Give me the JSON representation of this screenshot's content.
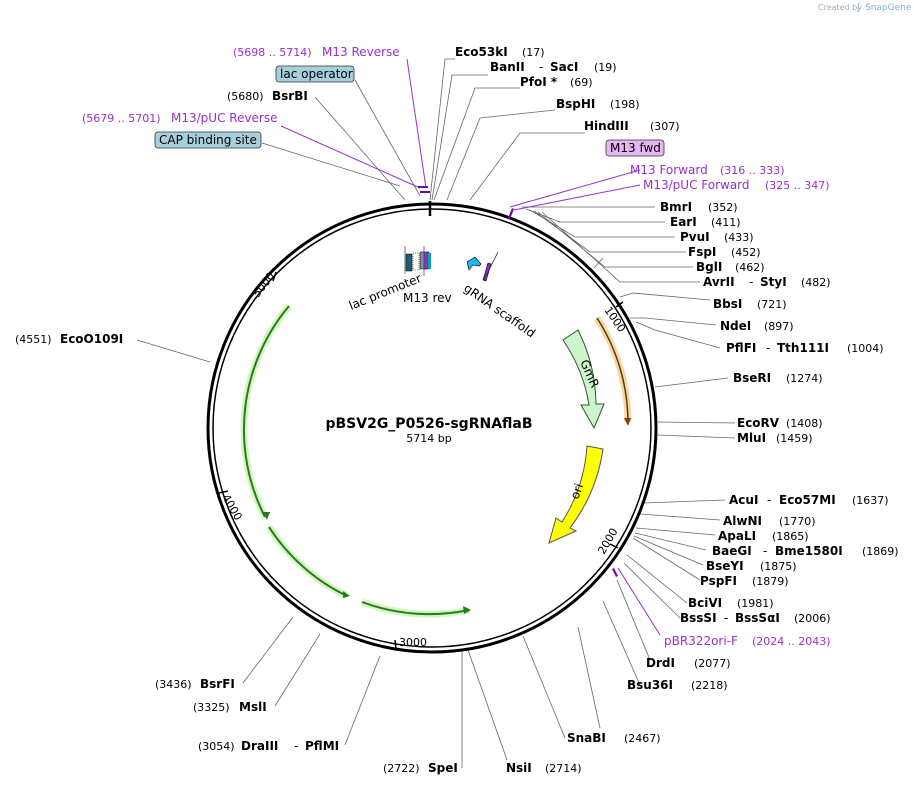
{
  "credit": {
    "text": "Created by",
    "brand": "SnapGene"
  },
  "plasmid": {
    "name": "pBSV2G_P0526-sgRNAflaB",
    "length": "5714 bp"
  },
  "colors": {
    "purple": "#9a2fd1",
    "box_blue": "#a6d0dc",
    "box_pink": "#e6b6f2",
    "gmr": "#ccf5cc",
    "ori": "#ffff00",
    "green_arrow": "#2a7a1e"
  },
  "ticks": [
    {
      "label": "5000",
      "angle": -45
    },
    {
      "label": "1000",
      "angle": 64
    },
    {
      "label": "2000",
      "angle": 127
    },
    {
      "label": "3000",
      "angle": 188
    },
    {
      "label": "4000",
      "angle": 252
    }
  ],
  "features": {
    "lac_promoter": "lac promoter",
    "m13_rev": "M13 rev",
    "grna_scaffold": "gRNA scaffold",
    "gmr": "GmR",
    "ori": "ori"
  },
  "boxed": [
    {
      "id": "lac-operator",
      "text": "lac operator",
      "style": "blue"
    },
    {
      "id": "cap-binding-site",
      "text": "CAP binding site",
      "style": "blue"
    },
    {
      "id": "m13-fwd",
      "text": "M13 fwd",
      "style": "pink"
    }
  ],
  "primers": [
    {
      "id": "m13-reverse",
      "name": "M13 Reverse",
      "range": "(5698 .. 5714)"
    },
    {
      "id": "m13-puc-reverse",
      "name": "M13/pUC Reverse",
      "range": "(5679 .. 5701)"
    },
    {
      "id": "m13-forward",
      "name": "M13 Forward",
      "range": "(316 .. 333)"
    },
    {
      "id": "m13-puc-forward",
      "name": "M13/pUC Forward",
      "range": "(325 .. 347)"
    },
    {
      "id": "pbr322ori-f",
      "name": "pBR322ori-F",
      "range": "(2024 .. 2043)"
    }
  ],
  "sites": [
    {
      "id": "eco53ki",
      "name": "Eco53kI",
      "pos": "(17)"
    },
    {
      "id": "banii-saci",
      "name": "BanII",
      "name2": "SacI",
      "pos": "(19)"
    },
    {
      "id": "pfoi",
      "name": "PfoI *",
      "pos": "(69)"
    },
    {
      "id": "bsphi",
      "name": "BspHI",
      "pos": "(198)"
    },
    {
      "id": "hindiii",
      "name": "HindIII",
      "pos": "(307)"
    },
    {
      "id": "bmri",
      "name": "BmrI",
      "pos": "(352)"
    },
    {
      "id": "eari",
      "name": "EarI",
      "pos": "(411)"
    },
    {
      "id": "pvui",
      "name": "PvuI",
      "pos": "(433)"
    },
    {
      "id": "fspi",
      "name": "FspI",
      "pos": "(452)"
    },
    {
      "id": "bgli",
      "name": "BglI",
      "pos": "(462)"
    },
    {
      "id": "avrii-styi",
      "name": "AvrII",
      "name2": "StyI",
      "pos": "(482)"
    },
    {
      "id": "bbsi",
      "name": "BbsI",
      "pos": "(721)"
    },
    {
      "id": "ndei",
      "name": "NdeI",
      "pos": "(897)"
    },
    {
      "id": "pflfi-tth111i",
      "name": "PflFI",
      "name2": "Tth111I",
      "pos": "(1004)"
    },
    {
      "id": "bseri",
      "name": "BseRI",
      "pos": "(1274)"
    },
    {
      "id": "ecorv",
      "name": "EcoRV",
      "pos": "(1408)"
    },
    {
      "id": "mlui",
      "name": "MluI",
      "pos": "(1459)"
    },
    {
      "id": "acui-eco57mi",
      "name": "AcuI",
      "name2": "Eco57MI",
      "pos": "(1637)"
    },
    {
      "id": "alwni",
      "name": "AlwNI",
      "pos": "(1770)"
    },
    {
      "id": "apali",
      "name": "ApaLI",
      "pos": "(1865)"
    },
    {
      "id": "baegi-bme1580i",
      "name": "BaeGI",
      "name2": "Bme1580I",
      "pos": "(1869)"
    },
    {
      "id": "bseyi",
      "name": "BseYI",
      "pos": "(1875)"
    },
    {
      "id": "pspfi",
      "name": "PspFI",
      "pos": "(1879)"
    },
    {
      "id": "bcivi",
      "name": "BciVI",
      "pos": "(1981)"
    },
    {
      "id": "bsssi-bsssai",
      "name": "BssSI",
      "name2": "BssSαI",
      "pos": "(2006)"
    },
    {
      "id": "drdi",
      "name": "DrdI",
      "pos": "(2077)"
    },
    {
      "id": "bsu36i",
      "name": "Bsu36I",
      "pos": "(2218)"
    },
    {
      "id": "snabi",
      "name": "SnaBI",
      "pos": "(2467)"
    },
    {
      "id": "nsii",
      "name": "NsiI",
      "pos": "(2714)"
    },
    {
      "id": "spei",
      "name": "SpeI",
      "pos": "(2722)"
    },
    {
      "id": "draiii-pflmi",
      "name": "DraIII",
      "name2": "PflMI",
      "pos": "(3054)"
    },
    {
      "id": "msli",
      "name": "MslI",
      "pos": "(3325)"
    },
    {
      "id": "bsrfi",
      "name": "BsrFI",
      "pos": "(3436)"
    },
    {
      "id": "ecoo109i",
      "name": "EcoO109I",
      "pos": "(4551)"
    },
    {
      "id": "bsrbi",
      "name": "BsrBI",
      "pos": "(5680)"
    }
  ]
}
